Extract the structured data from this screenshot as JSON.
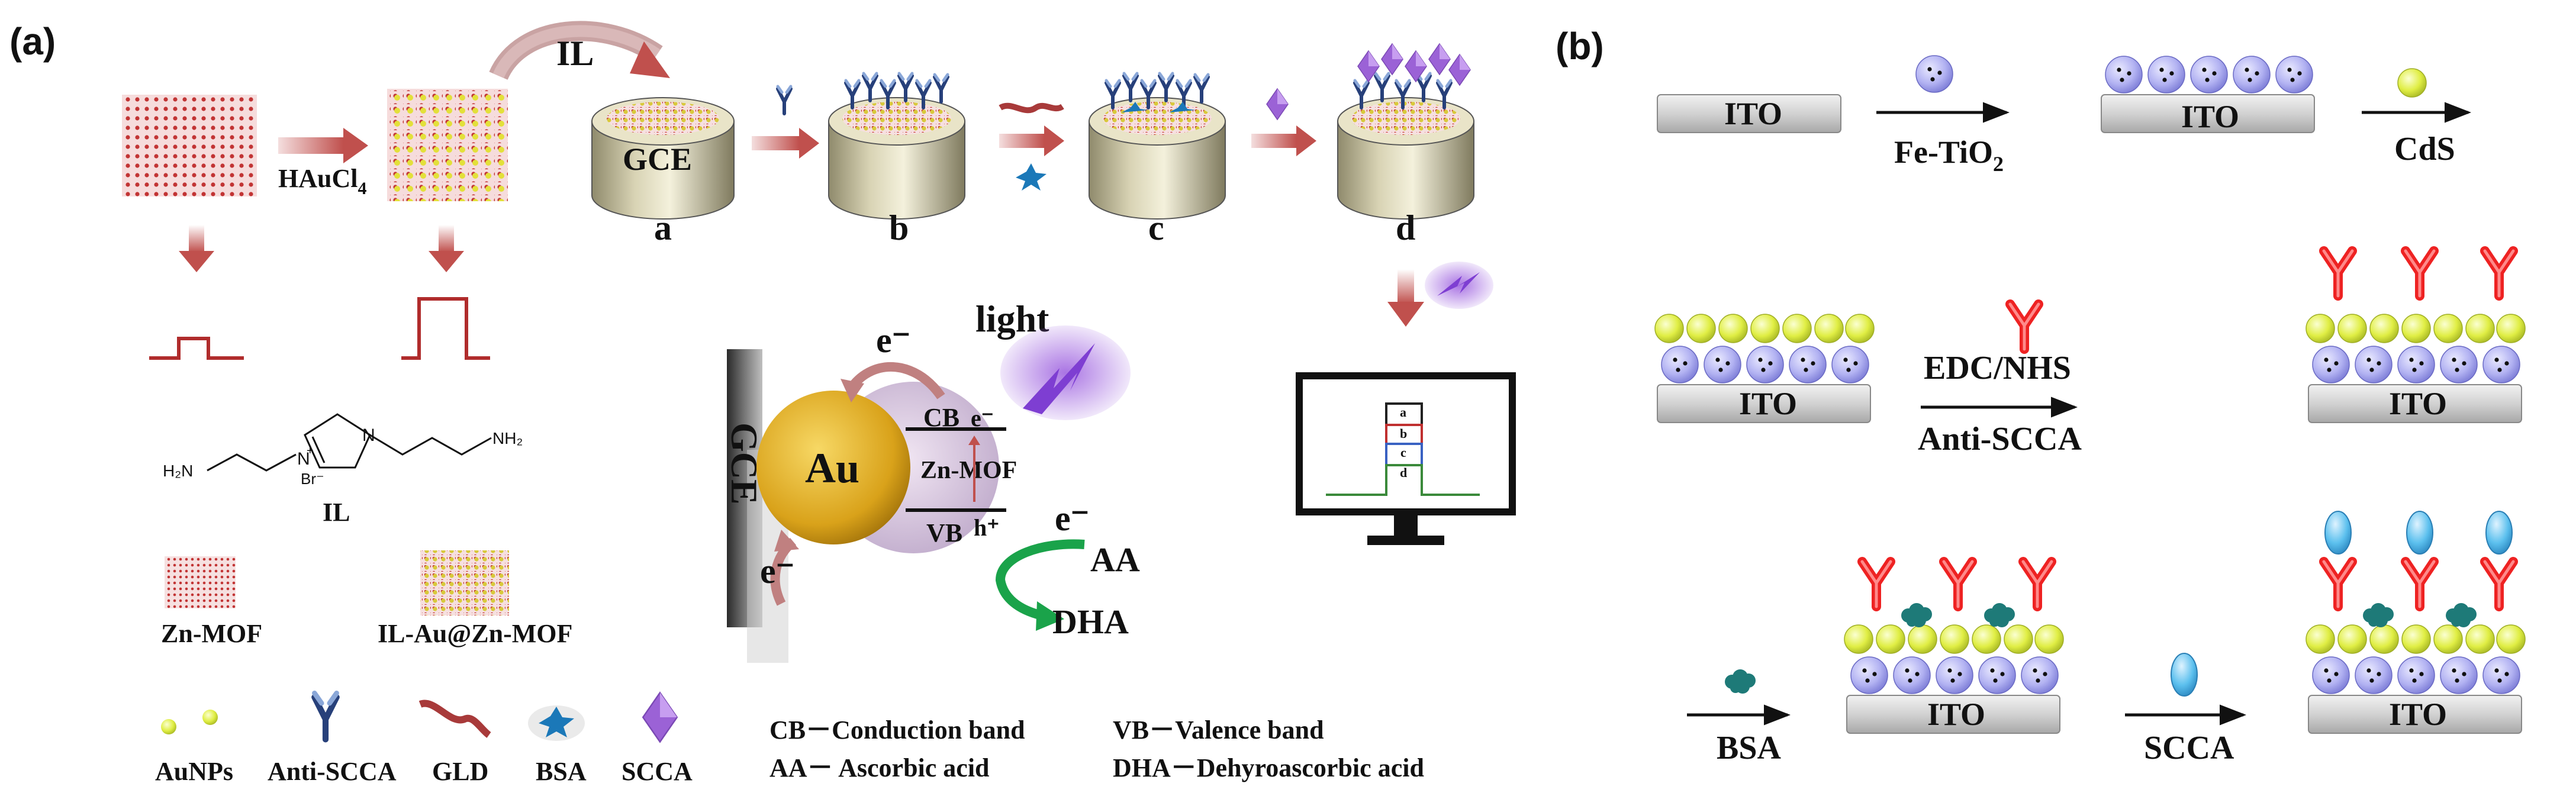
{
  "panel_a": {
    "label": "(a)",
    "reagent_haucl4": "HAuCl",
    "reagent_haucl4_sub": "4",
    "il_label": "IL",
    "electrode_label": "GCE",
    "steps": [
      "a",
      "b",
      "c",
      "d"
    ],
    "light_label": "light",
    "electron": "e⁻",
    "gce_vertical": "GCE",
    "au_label": "Au",
    "cb_label": "CB",
    "vb_label": "VB",
    "zn_mof_band": "Zn-MOF",
    "cb_electron": "e⁻",
    "vb_hole": "h⁺",
    "aa_label": "AA",
    "dha_label": "DHA",
    "monitor_curve_labels": [
      "a",
      "b",
      "c",
      "d"
    ],
    "il_structure": {
      "left_group": "H₂N",
      "right_group": "NH₂",
      "n_plus": "N",
      "bromide": "Br⁻",
      "n_right": "N",
      "name": "IL"
    },
    "zn_mof_label": "Zn-MOF",
    "il_au_mof_label": "IL-Au@Zn-MOF",
    "legend": [
      "AuNPs",
      "Anti-SCCA",
      "GLD",
      "BSA",
      "SCCA"
    ],
    "abbreviations": [
      "CB－Conduction band",
      "VB－Valence band",
      "AA－ Ascorbic acid",
      "DHA－Dehyroascorbic acid"
    ]
  },
  "panel_b": {
    "label": "(b)",
    "ito": "ITO",
    "fe_tio2": "Fe-TiO",
    "fe_tio2_sub": "2",
    "cds": "CdS",
    "edc_nhs": "EDC/NHS",
    "anti_scca": "Anti-SCCA",
    "bsa": "BSA",
    "scca": "SCCA"
  },
  "colors": {
    "red_arrow": "#c0504d",
    "nanoparticle_yellow": "#dbe93b",
    "sphere_blue": "#a9a9ee",
    "antibody_red": "#ee2222",
    "scca_blue": "#5cc0ee",
    "bsa_teal": "#1e7a78",
    "dha_green": "#1aa34a",
    "light_purple": "#a065e0",
    "au_gold": "#d9a21a"
  }
}
